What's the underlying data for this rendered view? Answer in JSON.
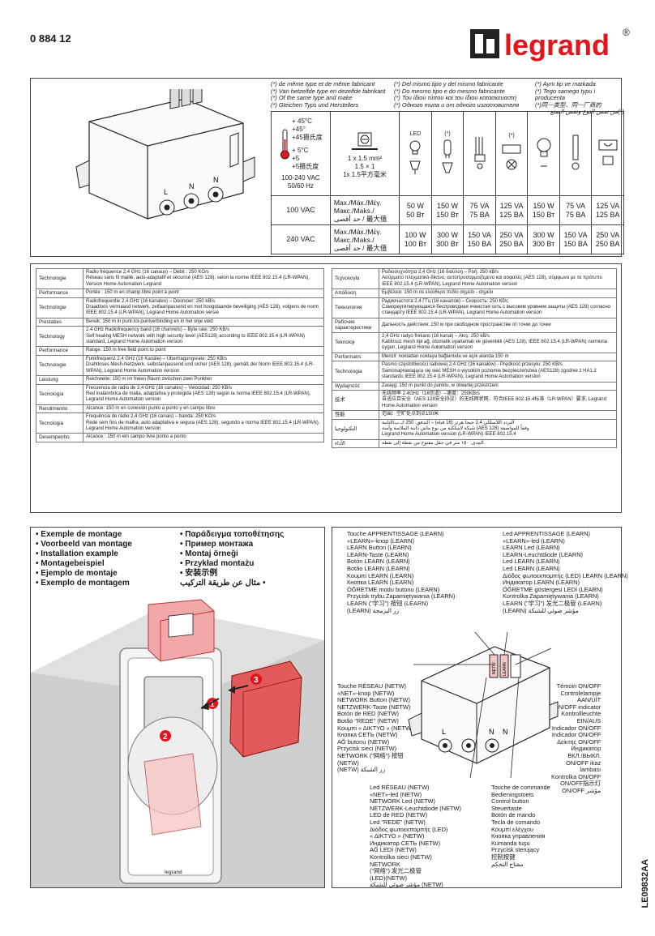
{
  "document": {
    "reference": "0 884 12",
    "brand": "legrand",
    "brand_mark": "®",
    "doc_code": "LE09832AA"
  },
  "same_type_notes": [
    [
      "(*) de même type et de même fabricant",
      "(*) Van hetzelfde type en dezelfde fabrikant",
      "(*) Of the same type and make",
      "(*) Gleichen Typs und Herstellers"
    ],
    [
      "(*) Del mismo tipo y del mismo fabricante",
      "(*) Do mesmo tipo e do mesmo fabricante",
      "(*) Του ίδιου τύπου και του ίδιου κατασκευαστή",
      "(*) Одного типа и от одного изготовителя"
    ],
    [
      "(*) Aynı tip ve markada",
      "(*) Tego samego typu i producenta",
      "(*)同一类型、同一厂商的",
      "(*)من نفس النوع ونفس الصنع"
    ]
  ],
  "ratings": {
    "temp_max": "+ 45°C",
    "temp_max2": "+45°",
    "temp_max3": "+45摄氏度",
    "temp_min": "+ 5°C",
    "temp_min2": "+5",
    "temp_min3": "+5摄氏度",
    "voltage": "100-240 VAC",
    "frequency": "50/60 Hz",
    "wire": "1 x 1.5 mm²",
    "wire2": "1.5 × 1",
    "wire3": "1x 1.5平方毫米",
    "led_label": "LED",
    "star_note": "(*)",
    "max_label": [
      "Max./Máx./Μέγ.",
      "Макс./Maks./",
      "حد أقصى / 最大值"
    ],
    "rows": [
      {
        "voltage": "100 VAC",
        "values": [
          [
            "50 W",
            "50 Вт"
          ],
          [
            "150 W",
            "150 Вт"
          ],
          [
            "75 VA",
            "75 BA"
          ],
          [
            "125 VA",
            "125 BA"
          ],
          [
            "150 W",
            "150 Вт"
          ],
          [
            "75 VA",
            "75 BA"
          ],
          [
            "125 VA",
            "125 BA"
          ]
        ]
      },
      {
        "voltage": "240 VAC",
        "values": [
          [
            "100 W",
            "100 Вт"
          ],
          [
            "300 W",
            "300 Вт"
          ],
          [
            "150 VA",
            "150 BA"
          ],
          [
            "250 VA",
            "250 BA"
          ],
          [
            "300 W",
            "300 Вт"
          ],
          [
            "150 VA",
            "150 BA"
          ],
          [
            "250 VA",
            "250 BA"
          ]
        ]
      }
    ]
  },
  "spec_left": [
    {
      "k": "Technologie",
      "v": "Radio fréquence 2,4 GHz (16 canaux) – Débit : 250 KO/s\nRéseau sans fil maillé, auto-adaptatif et sécurisé (AES 128), selon la norme IEEE 802.15.4 (LR-WPAN), Version Home Automation Legrand"
    },
    {
      "k": "Performance",
      "v": "Portée : 150 m en champ libre point à point"
    },
    {
      "k": "Technologie",
      "v": "Radiofrequentie 2,4 GHz (16 kanalen) – Doorvoer: 250 kB/s\nDraadloos vermaasd netwerk, zelfaanpassend en met hoogstaande beveiliging (AES 128), volgens de norm IEEE 802.15.4 (LR-WPAN), Legrand Home Automation versie"
    },
    {
      "k": "Prestaties",
      "v": "Bereik: 150 m in punt-tot-puntverbinding en in het vrije veld"
    },
    {
      "k": "Technology",
      "v": "2.4 GHz Radiofrequency band (16 channels) – Byte rate: 250 KB/s\nSelf healing MESH network with high security level (AES128) according to IEEE 802.15.4 (LR-WPAN) standard, Legrand Home Automation version"
    },
    {
      "k": "Performance",
      "v": "Range: 150 m free field point to point"
    },
    {
      "k": "Technologie",
      "v": "Funkfrequenz 2,4 GHz (16 Kanäle) – Übertragungsrate: 250 KB/s\nDrahtloses Mesh-Netzwerk, selbstanpassend und sicher (AES 128), gemäß der Norm IEEE 802.15.4 (LR-WPAN), Legrand Home Automation version"
    },
    {
      "k": "Leistung",
      "v": "Reichweite: 150 m im freien Raum zwischen zwei Punkten"
    },
    {
      "k": "Tecnología",
      "v": "Frecuencia de radio de 2,4 GHz (16 canales) – Velocidad: 250 KB/s\nRed inalámbrica de malla, adaptativa y protegida (AES 128) según la norma IEEE 802.15.4 (LR-WPAN), Legrand Home Automation version"
    },
    {
      "k": "Rendimiento",
      "v": "Alcance: 150 m en conexión punto a punto y en campo libre"
    },
    {
      "k": "Tecnologia",
      "v": "Frequência de rádio 2,4 GHz (16 canais) – banda: 250 KO/s\nRede sem fios de malha, auto adaptativa e segura (AES 128), segundo a norma IEEE 802.15.4 (LR-WPAN), Legrand Home Automation version"
    },
    {
      "k": "Desempenho",
      "v": "Alcance : 150 m em campo livre ponto a ponto"
    }
  ],
  "spec_right": [
    {
      "k": "Τεχνολογία",
      "v": "Ραδιοσυχνότητα 2,4 GHz (16 διαύλοι) – Ροή: 250 kB/s\nΑσύρματο πλεγματικό-δίκτυο, αυτοπροσαρμοζόμενο και ασφαλές (AES 128), σύμφωνα με το πρότυπο IEEE 802.15.4 (LR-WPAN), Legrand Home Automation version"
    },
    {
      "k": "Απόδοση",
      "v": "Εμβέλεια: 150 m σε ελεύθερο πεδίο σημείο - σημείο"
    },
    {
      "k": "Технология",
      "v": "Радиочастота 2,4 ГГц (16 каналов) – Скорость: 250 Кб/с\nСамореугилирующаяся беспроводная ячеистая сеть с высоким уровнем защиты (AES 128) согласно стандарту IEEE 802.15.4 (LR-WPAN), Legrand Home Automation version"
    },
    {
      "k": "Рабочие характеристики",
      "v": "Дальность действия: 150 м при свободном пространстве от точки до точки"
    },
    {
      "k": "Teknoloji",
      "v": "2,4 GHz radyo frekans (16 kanal) – Akış: 250 kB/s\nKablosuz mesh tipi ağ, otomatik uyarlamalı ve güvenlikli (AES 128), IEEE 802.15.4 (LR-WPAN) normuna uygun, Legrand Home Automation version"
    },
    {
      "k": "Performans",
      "v": "Menzil: noktadan noktaya bağlantıda ve açık alanda 150 m"
    },
    {
      "k": "Technologia",
      "v": "Pasmo częstotliwości radiowej 2,4 GHz (16 kanałów) - Prędkość przesyłu: 250 KB/s\nSamonaprawiająca się sieć MESH o wysokim poziomie bezpieczeństwa (AES128) zgodnie z HA1.2 standardu IEEE 802.15.4 (LR-WPAN), Legrand Home Automation version"
    },
    {
      "k": "Wydajność",
      "v": "Zasięg: 150 m punkt do punktu, w otwartej przestrzeni"
    },
    {
      "k": "技术",
      "v": "无线频率 2.4GHz（16信道）–速度：250KB/s\n自适应且安全（AES 128安全协议）的无线网状网，符合IEEE 802.15.4标准（LR-WPAN）要求, Legrand Home Automation version"
    },
    {
      "k": "性能",
      "v": "范围：空旷处点到点150米"
    },
    {
      "k": "التكنولوجيا",
      "v": "التردد اللاسلكي 2,4 جيجا هرتز (16 قناة) – التدفق: 250 ك.ب/الثانية\nشبكة لاسلكية من نوع ماش ذاتية الملائمة وآمنة (AES 128) وفقاً للمواصفة\nLegrand Home Automation version (LR-WPAN) IEEE 802.15.4"
    },
    {
      "k": "الأداء",
      "v": "المدى: ١٥٠ متر في حقل مفتوح من نقطة إلى نقطة."
    }
  ],
  "mounting": {
    "titles_left": [
      "• Exemple de montage",
      "• Voorbeeld van montage",
      "• Installation example",
      "• Montagebeispiel",
      "• Ejemplo de montaje",
      "• Exemplo de montagem"
    ],
    "titles_right": [
      "• Παράδειγμα τοποθέτησης",
      "• Пример монтажа",
      "• Montaj örneği",
      "• Przykład montażu",
      "• 安装示例",
      "مثال عن طريقة التركيب •"
    ],
    "steps": [
      "1",
      "2",
      "3"
    ],
    "plate_brand": "legrand"
  },
  "labels": {
    "learn_button": [
      "Touche APPRENTISSAGE (LEARN)",
      "«LEARN»-knop (LEARN)",
      "LEARN Button (LEARN)",
      "LEARN-Taste (LEARN)",
      "Botón LEARN (LEARN)",
      "Botão LEARN (LEARN)",
      "Κουμπί LEARN (LEARN)",
      "Кнопка LEARN (LEARN)",
      "ÖĞRETME modu butonu (LEARN)",
      "Przycisk trybu Zapamiętywania (LEARN)",
      "LEARN (\"学习\") 按钮 (LEARN)",
      "(LEARN) زر البرمجة"
    ],
    "learn_led": [
      "Led APPRENTISSAGE (LEARN)",
      "«LEARN»-led (LEARN)",
      "LEARN Led (LEARN)",
      "LEARN-Leuchtdiode (LEARN)",
      "Led LEARN (LEARN)",
      "Led LEARN (LEARN)",
      "Διόδος φωτοεκπομπής (LED) LEARN (LEARN)",
      "Индикатор LEARN (LEARN)",
      "ÖĞRETME göstergesi LEDİ (LEARN)",
      "Kontrolka Zapamiętywania (LEARN)",
      "LEARN (\"学习\") 发光二极管 (LEARN)",
      "(LEARN) مؤشر ضوئي للشبكة"
    ],
    "netw_button": [
      "Touche RÉSEAU (NETW)",
      "«NET»-knop (NETW)",
      "NETWORK Button (NETW)",
      "NETZWERK-Taste (NETW)",
      "Botón de RED (NETW)",
      "Botão \"REDE\" (NETW)",
      "Κουμπί « ΔΙΚΤΥΟ » (NETW)",
      "Кнопка СЕТЬ (NETW)",
      "AĞ butonu (NETW)",
      "Przycisk sieci (NETW)",
      "NETWORK (\"网络\") 按钮",
      "(NETW)",
      "(NETW) زر الشبكة"
    ],
    "onoff_indicator": [
      "Témoin ON/OFF",
      "Controlelampje",
      "AAN/UIT",
      "ON/OFF indicator",
      "Kontrollleuchte",
      "EIN/AUS",
      "Indicador ON/OFF",
      "Indicador ON/OFF",
      "Δείκτης ON/OFF",
      "Индикатор",
      "ВКЛ./ВЫКЛ.",
      "ON/OFF ikaz",
      "lambası",
      "Kontrolka ON/OFF",
      "ON/OFF指示灯",
      "ON/OFF مؤشر"
    ],
    "netw_led": [
      "Led RÉSEAU (NETW)",
      "«NET»-led (NETW)",
      "NETWORK Led (NETW)",
      "NETZWERK-Leuchtdiode (NETW)",
      "LED de RED (NETW)",
      "Led \"REDE\" (NETW)",
      "Διόδος φωτοεκπομπής (LED)",
      "« ΔΙΚΤΥΟ » (NETW)",
      "Индикатор СЕТЬ (NETW)",
      "AĞ LEDİ (NETW)",
      "Kontrolka sieci (NETW)",
      "NETWORK",
      "(\"网络\") 发光二极管",
      "(LED)(NETW)",
      "مؤشر ضوئي للشبكة (NETW)"
    ],
    "control_button": [
      "Touche de commande",
      "Bedieningstoets",
      "Control button",
      "Steuertaste",
      "Botón de mando",
      "Tecla de comando",
      "Κουμπί ελέγχου",
      "Кнопка управления",
      "Kumanda tuşu",
      "Przycisk sterujący",
      "控制按键",
      "مفتاح التحكم"
    ]
  },
  "device": {
    "terminals": [
      "L",
      "N",
      "N"
    ],
    "buttons": [
      "NETW",
      "LEARN"
    ]
  }
}
